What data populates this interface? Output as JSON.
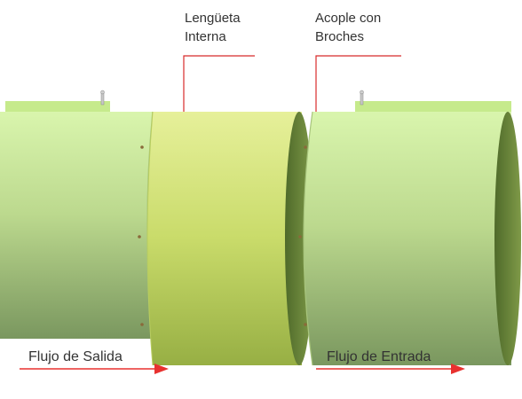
{
  "callouts": {
    "inner_tab": {
      "line1": "Lengüeta",
      "line2": "Interna"
    },
    "coupling": {
      "line1": "Acople con",
      "line2": "Broches"
    }
  },
  "flows": {
    "outlet": {
      "label": "Flujo de Salida"
    },
    "inlet": {
      "label": "Flujo de Entrada"
    }
  },
  "colors": {
    "pipe_light": "#d7f3a8",
    "pipe_dark": "#7e9b62",
    "inner_tab_light": "#e2ee8a",
    "inner_tab_dark": "#9db646",
    "callout_line": "#d82b2b",
    "flow_arrow": "#e8312f",
    "text": "#333333"
  }
}
